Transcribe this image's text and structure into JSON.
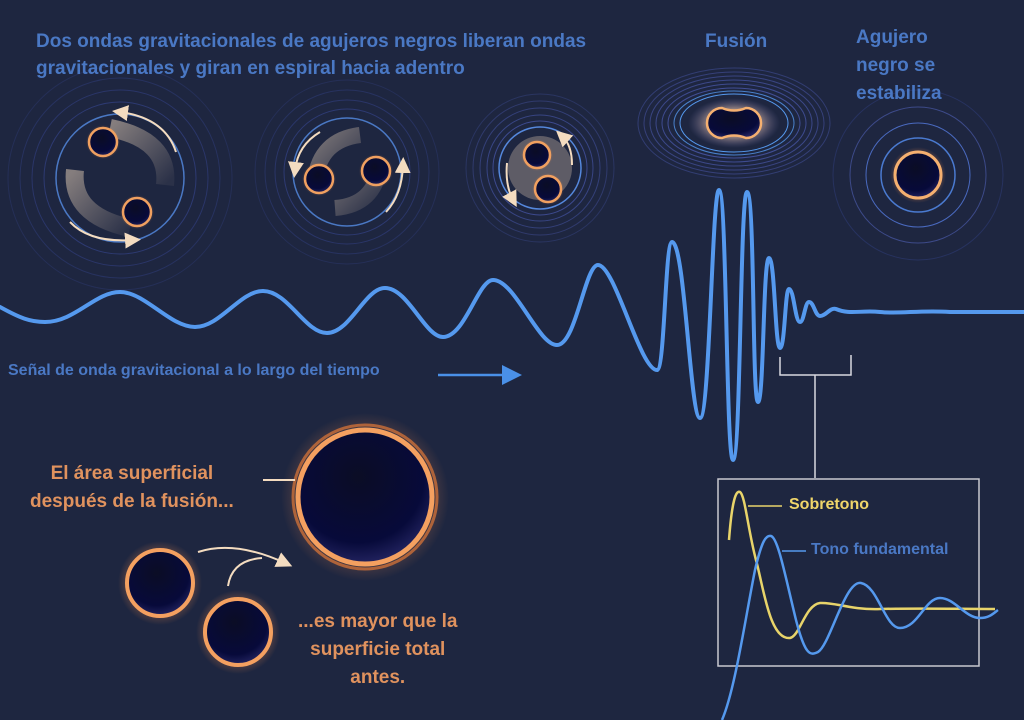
{
  "title": {
    "line1": "Dos ondas gravitacionales de agujeros negros liberan ondas",
    "line2": "gravitacionales y giran en espiral hacia adentro"
  },
  "stages": {
    "fusion": "Fusión",
    "settle": [
      "Agujero",
      "negro se",
      "estabiliza"
    ]
  },
  "signal_label": "Señal de onda gravitacional a lo largo del tiempo",
  "surface_area": {
    "after": [
      "El área superficial",
      "después de la fusión..."
    ],
    "before": [
      "...es mayor que la",
      "superficie total",
      "antes."
    ]
  },
  "ringdown_inset": {
    "overtone_label": "Sobretono",
    "fundamental_label": "Tono fundamental"
  },
  "colors": {
    "background": "#1e2640",
    "wave": "#5599ee",
    "label_blue": "#4a78c4",
    "label_orange": "#e0925e",
    "overtone": "#e8d46a",
    "ring_glow": "#f09050"
  }
}
